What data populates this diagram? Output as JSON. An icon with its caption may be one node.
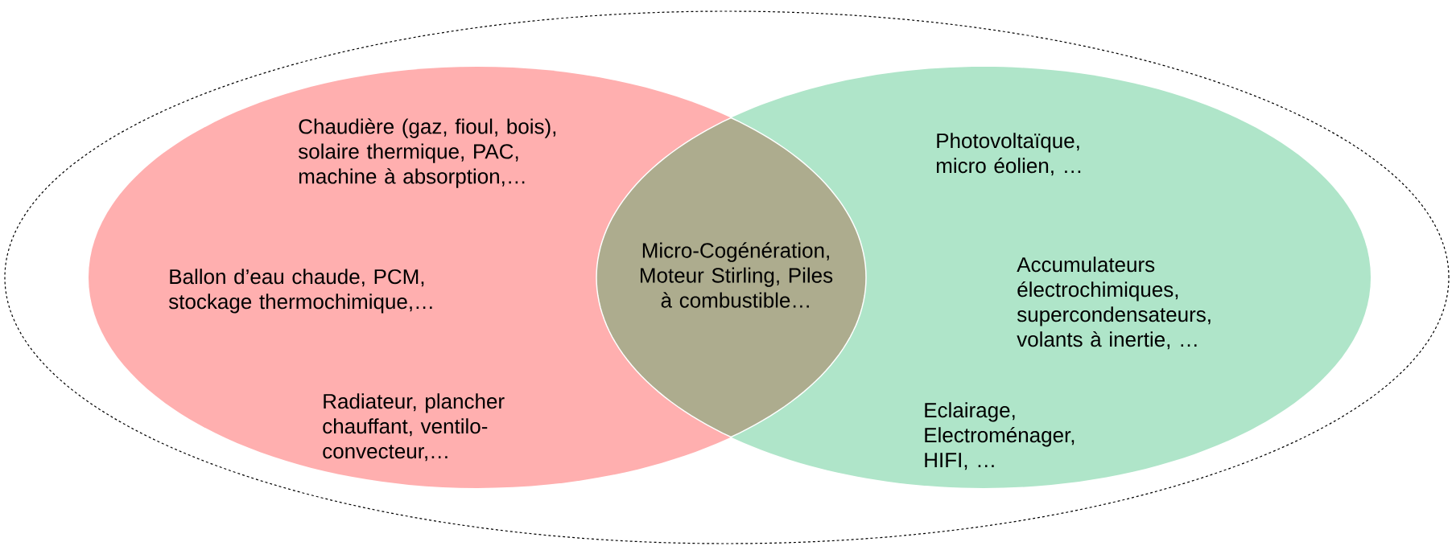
{
  "diagram": {
    "nodes": [
      {
        "text": [],
        "shape": "ellipse"
      },
      {
        "text": [
          "Chaudière (gaz, fioul, bois), solaire thermique, PAC, machine à absorption,…",
          "Ballon d’eau chaude, PCM, stockage thermochimique,…",
          "Radiateur, plancher chauffant, ventilo-convecteur,…"
        ],
        "in": 0
      },
      {
        "text": [
          "Photovoltaïque, micro éolien, …",
          "Accumulateurs électrochimiques, supercondensateurs, volants à inertie, …",
          "Eclairage, Electroménager, HIFI, …"
        ],
        "in": 0
      },
      {
        "text": [
          "Micro-Cogénération, Moteur Stirling, Piles à combustible…"
        ]
      }
    ]
  }
}
